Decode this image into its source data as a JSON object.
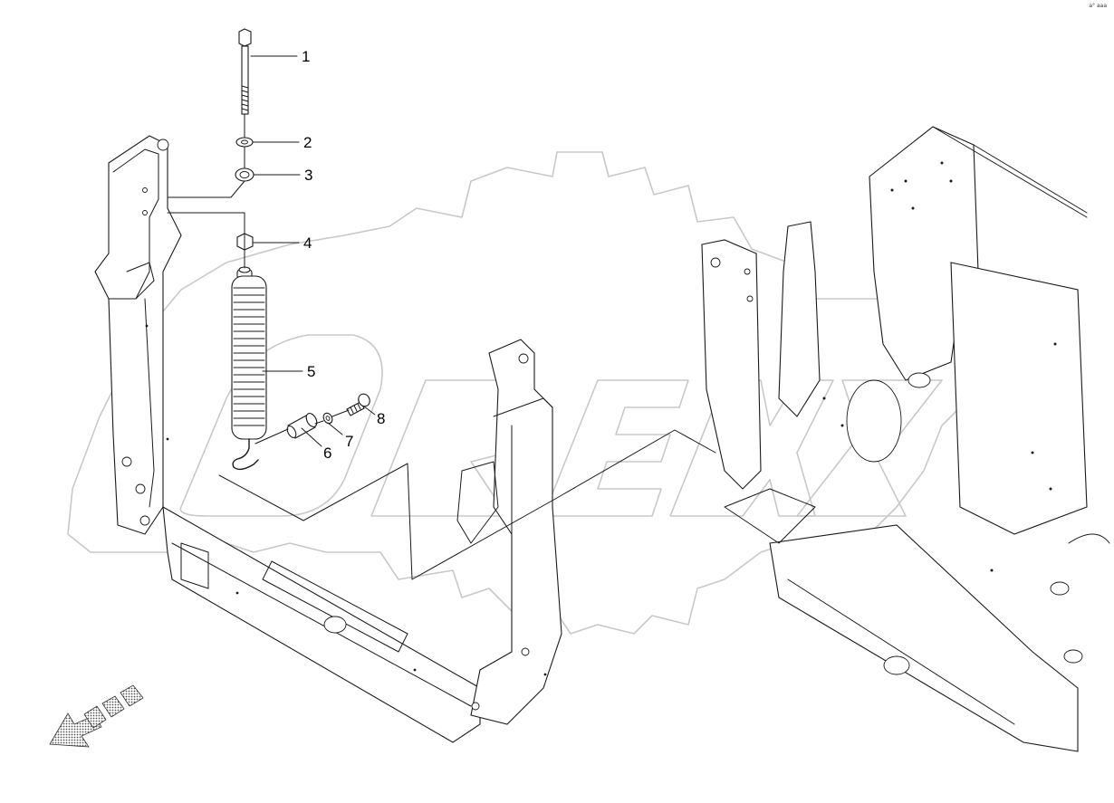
{
  "corner_mark": "a° aaa",
  "callouts": [
    {
      "id": "1",
      "label": "1"
    },
    {
      "id": "2",
      "label": "2"
    },
    {
      "id": "3",
      "label": "3"
    },
    {
      "id": "4",
      "label": "4"
    },
    {
      "id": "5",
      "label": "5"
    },
    {
      "id": "6",
      "label": "6"
    },
    {
      "id": "7",
      "label": "7"
    },
    {
      "id": "8",
      "label": "8"
    }
  ],
  "watermark": {
    "color": "#c8c8c8"
  },
  "line_color": "#1a1a1a",
  "icons": [
    "direction-arrow-icon"
  ]
}
